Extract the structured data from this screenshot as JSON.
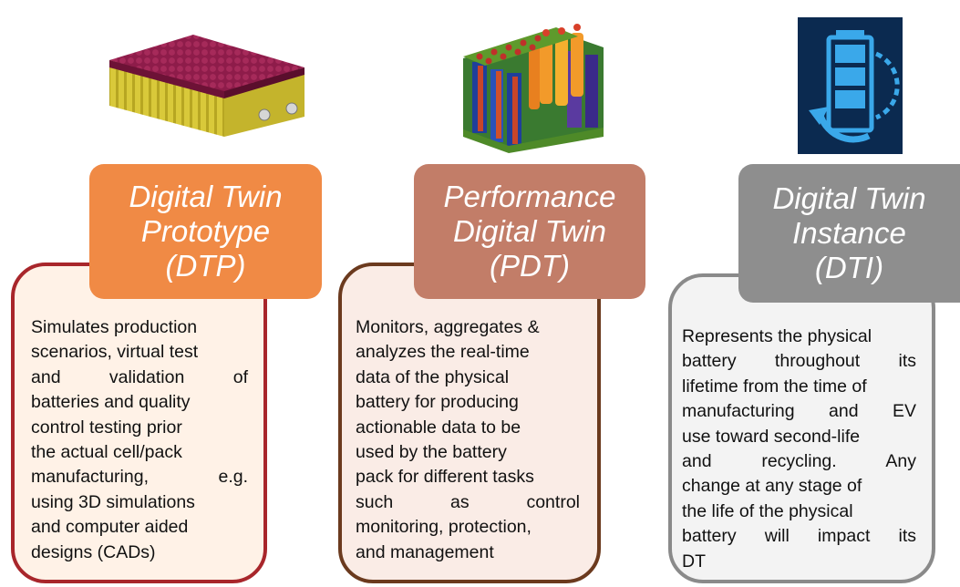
{
  "colors": {
    "dtp_accent": "#f08a45",
    "dtp_border": "#a8262b",
    "pdt_accent": "#c27d68",
    "pdt_border": "#6b3a1e",
    "dti_accent": "#8e8e8e",
    "dti_border": "#8a8a8a",
    "dti_icon_bg": "#0b2a50",
    "dti_icon_fg": "#3aa8ea"
  },
  "panels": [
    {
      "id": "dtp",
      "image": "battery-pack-3d-model",
      "title_lines": [
        "Digital Twin",
        "Prototype",
        "(DTP)"
      ],
      "description_lines": [
        "Simulates production",
        "scenarios, virtual test",
        "and validation of",
        "batteries and quality",
        "control testing prior",
        "the actual cell/pack",
        "manufacturing, e.g.",
        "using 3D simulations",
        "and computer aided",
        "designs (CADs)"
      ]
    },
    {
      "id": "pdt",
      "image": "battery-thermal-simulation",
      "title_lines": [
        "Performance",
        "Digital Twin",
        "(PDT)"
      ],
      "description_lines": [
        "Monitors, aggregates &",
        "analyzes the real-time",
        "data of the physical",
        "battery for producing",
        "actionable data to be",
        "used by the battery",
        "pack for different tasks",
        "such as control",
        "monitoring, protection,",
        "and management"
      ]
    },
    {
      "id": "dti",
      "image": "battery-recycle-icon",
      "title_lines": [
        "Digital Twin",
        "Instance",
        "(DTI)"
      ],
      "description_lines": [
        "Represents the physical",
        "battery throughout its",
        "lifetime from the time of",
        "manufacturing and EV",
        "use toward second-life",
        "and recycling. Any",
        "change at any stage of",
        "the life of the physical",
        "battery will impact its",
        "DT"
      ]
    }
  ]
}
